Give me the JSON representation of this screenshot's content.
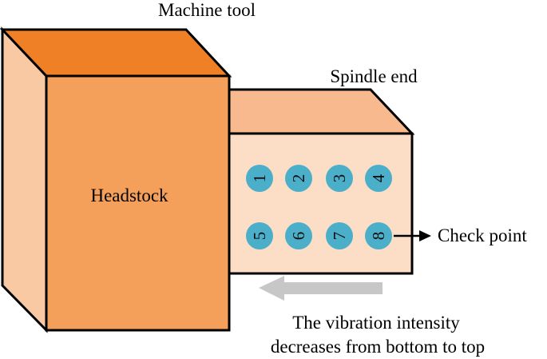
{
  "labels": {
    "machine_tool": "Machine tool",
    "spindle_end": "Spindle end",
    "headstock": "Headstock",
    "check_point": "Check point",
    "vibration_line1": "The vibration intensity",
    "vibration_line2": "decreases from bottom to top"
  },
  "check_points": [
    "1",
    "2",
    "3",
    "4",
    "5",
    "6",
    "7",
    "8"
  ],
  "colors": {
    "headstock_front": "#F4A05A",
    "headstock_top": "#EF8025",
    "headstock_side": "#F9C9A4",
    "spindle_front": "#FCDDC6",
    "spindle_top": "#F7B98D",
    "check_point_fill": "#4BAFC9",
    "arrow_gray": "#C7C7C7",
    "outline": "#000000"
  }
}
